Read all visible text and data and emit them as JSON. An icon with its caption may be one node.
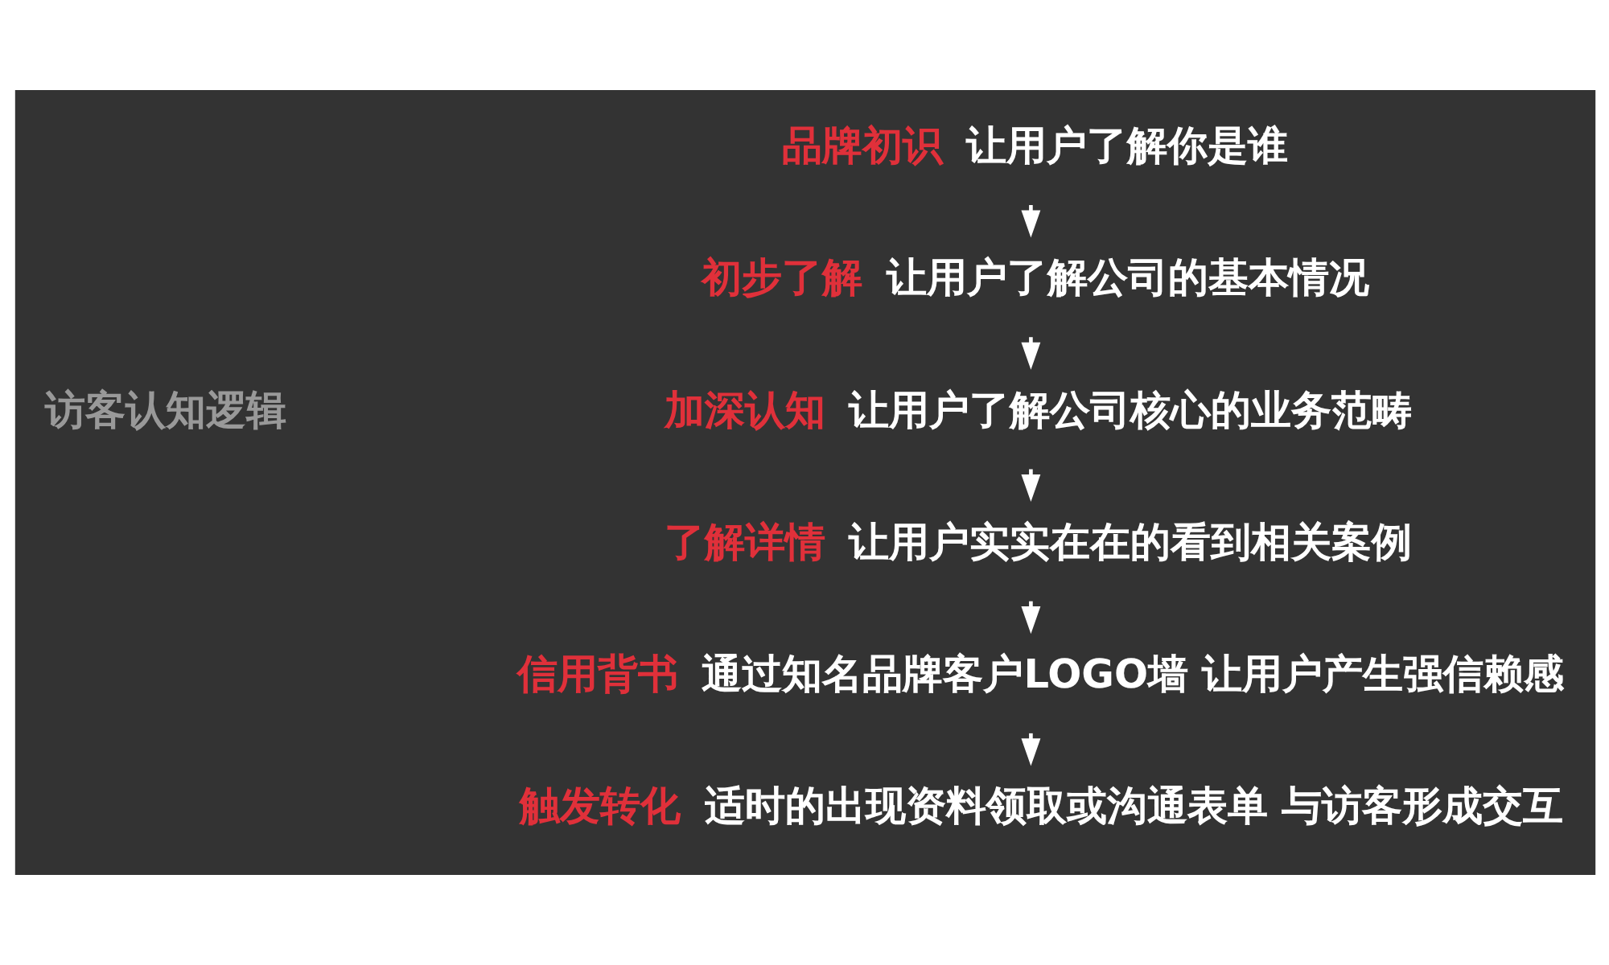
{
  "diagram": {
    "nodes": [
      {
        "text": [
          "品牌初识",
          "让用户了解你是谁"
        ]
      },
      {
        "text": [
          "初步了解",
          "让用户了解公司的基本情况"
        ]
      },
      {
        "text": [
          "加深认知",
          "让用户了解公司核心的业务范畴"
        ]
      },
      {
        "text": [
          "了解详情",
          "让用户实实在在的看到相关案例"
        ]
      },
      {
        "text": [
          "信用背书",
          "通过知名品牌客户LOGO墙 让用户产生强信赖感"
        ]
      },
      {
        "text": [
          "触发转化",
          "适时的出现资料领取或沟通表单 与访客形成交互"
        ]
      }
    ],
    "edges": [
      {
        "from": 0,
        "to": 1,
        "arrow": "to"
      },
      {
        "from": 1,
        "to": 2,
        "arrow": "to"
      },
      {
        "from": 2,
        "to": 3,
        "arrow": "to"
      },
      {
        "from": 3,
        "to": 4,
        "arrow": "to"
      },
      {
        "from": 4,
        "to": 5,
        "arrow": "to"
      }
    ],
    "labels": [
      "访客认知逻辑"
    ]
  }
}
